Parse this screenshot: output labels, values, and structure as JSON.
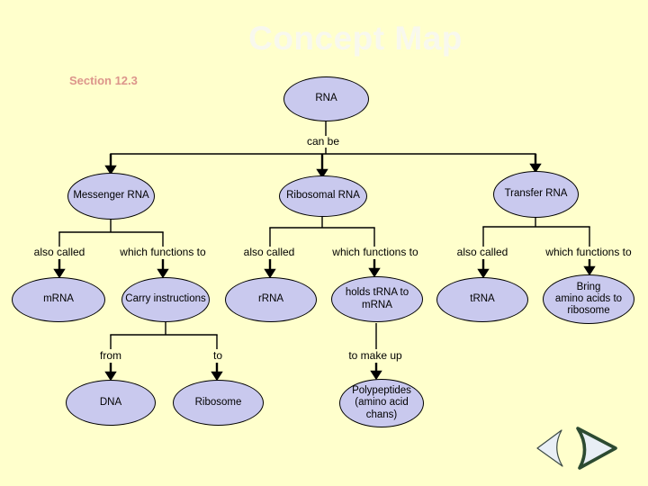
{
  "slide": {
    "title": "Concept Map",
    "section": "Section 12.3"
  },
  "map": {
    "root": "RNA",
    "root_edge": "can be",
    "branches": [
      {
        "type": "Messenger RNA",
        "also_called_label": "also called",
        "abbreviation": "mRNA",
        "function_label": "which functions to",
        "function": "Carry instructions"
      },
      {
        "type": "Ribosomal RNA",
        "also_called_label": "also called",
        "abbreviation": "rRNA",
        "function_label": "which functions to",
        "function": "holds tRNA to\nmRNA"
      },
      {
        "type": "Transfer RNA",
        "also_called_label": "also called",
        "abbreviation": "tRNA",
        "function_label": "which functions to",
        "function": "Bring\namino acids to\nribosome"
      }
    ],
    "carry_edges": {
      "from_label": "from",
      "from_node": "DNA",
      "to_label": "to",
      "to_node": "Ribosome"
    },
    "holds_edges": {
      "make_up_label": "to make up",
      "make_up_node": "Polypeptides\n(amino acid\nchans)"
    }
  },
  "nav": {
    "back_icon": "back-arrow",
    "forward_icon": "forward-arrow"
  },
  "colors": {
    "background": "#ffffcc",
    "node_fill": "#c9c9ee",
    "node_border": "#000000",
    "title_text": "#f8f8ee",
    "section_text": "#dc958b",
    "nav_arrow_fill": "#e9eff6",
    "nav_arrow_stroke": "#2c4a31"
  }
}
